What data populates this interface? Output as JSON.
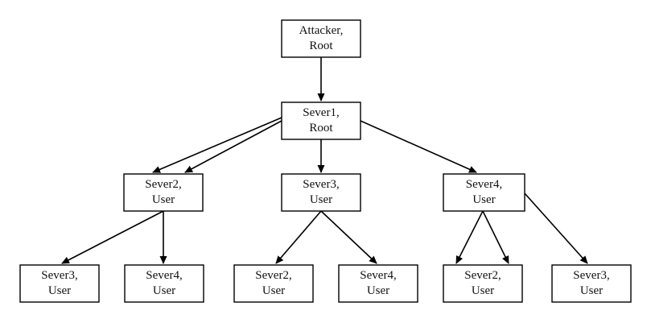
{
  "diagram": {
    "nodes": [
      {
        "id": "attacker",
        "lines": [
          "Attacker,",
          "Root"
        ]
      },
      {
        "id": "s1",
        "lines": [
          "Sever1,",
          "Root"
        ]
      },
      {
        "id": "s2",
        "lines": [
          "Sever2,",
          "User"
        ]
      },
      {
        "id": "s3",
        "lines": [
          "Sever3,",
          "User"
        ]
      },
      {
        "id": "s4",
        "lines": [
          "Sever4,",
          "User"
        ]
      },
      {
        "id": "l1",
        "lines": [
          "Sever3,",
          "User"
        ]
      },
      {
        "id": "l2",
        "lines": [
          "Sever4,",
          "User"
        ]
      },
      {
        "id": "l3",
        "lines": [
          "Sever2,",
          "User"
        ]
      },
      {
        "id": "l4",
        "lines": [
          "Sever4,",
          "User"
        ]
      },
      {
        "id": "l5",
        "lines": [
          "Sever2,",
          "User"
        ]
      },
      {
        "id": "l6",
        "lines": [
          "Sever3,",
          "User"
        ]
      }
    ],
    "edges": [
      {
        "from": "attacker",
        "to": "s1"
      },
      {
        "from": "s1",
        "to": "s2"
      },
      {
        "from": "s1",
        "to": "s2"
      },
      {
        "from": "s1",
        "to": "s3"
      },
      {
        "from": "s1",
        "to": "s4"
      },
      {
        "from": "s2",
        "to": "l1"
      },
      {
        "from": "s2",
        "to": "l2"
      },
      {
        "from": "s3",
        "to": "l3"
      },
      {
        "from": "s3",
        "to": "l4"
      },
      {
        "from": "s4",
        "to": "l5"
      },
      {
        "from": "s4",
        "to": "l5"
      },
      {
        "from": "s4",
        "to": "l6"
      }
    ],
    "colors": {
      "stroke": "#000000",
      "fill": "#ffffff",
      "text": "#111111"
    }
  }
}
